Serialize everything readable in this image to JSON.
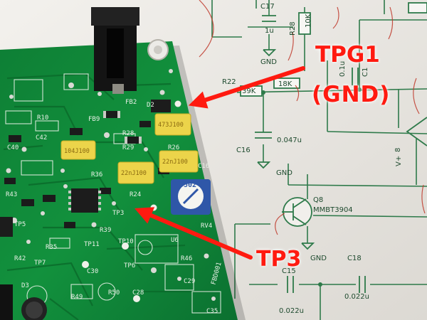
{
  "callouts": {
    "tpg1": "TPG1",
    "gnd": "(GND)",
    "tp3": "TP3"
  },
  "schematic_labels": {
    "c17": "C17",
    "c17_val": "1u",
    "gnd_top": "GND",
    "r28": "R28",
    "r28_val": "10K",
    "r22": "R22",
    "r22_val": "39K",
    "r_18k": "18K",
    "c16": "C16",
    "c16_val": "0.047u",
    "gnd_mid": "GND",
    "v_plus": "V+",
    "pin8": "8",
    "c1_frag": "C1",
    "v01_frag": "0.1u",
    "q8": "Q8",
    "q8_part": "MMBT3904",
    "gnd_q8": "GND",
    "c15": "C15",
    "c15_val": "0.022u",
    "c18": "C18",
    "c18_val": "0.022u"
  },
  "board_labels": {
    "fb2": "FB2",
    "d2": "D2",
    "fb9": "FB9",
    "r28": "R28",
    "r29": "R29",
    "r26": "R26",
    "r36": "R36",
    "r24": "R24",
    "tp3": "TP3",
    "tp10": "TP10",
    "tp6": "TP6",
    "tp11": "TP11",
    "tp5": "TP5",
    "tp7": "TP7",
    "r39": "R39",
    "r35": "R35",
    "r42": "R42",
    "r43": "R43",
    "r50": "R50",
    "r49": "R49",
    "r46": "R46",
    "rv4": "RV4",
    "c42": "C42",
    "c28": "C28",
    "c29": "C29",
    "c30": "C30",
    "c35": "C35",
    "u6": "U6",
    "d3": "D3",
    "c40": "C40",
    "c16": "C16",
    "r10": "R10",
    "cap_104": "104J100",
    "cap_473": "473J100",
    "cap_22a": "22nJ100",
    "cap_22b": "22nJ100",
    "pot": "502",
    "fbd": "FBD001"
  },
  "colors": {
    "pcb": "#0f8a3a",
    "pcb_dark": "#0a6e2c",
    "silkscreen": "#e8f0e6",
    "paper": "#eceae6",
    "schematic_line": "#2e7a4a",
    "annotation_red": "#ff1a10",
    "capacitor_yellow": "#ecd44a",
    "trimpot_blue": "#2f57a8"
  }
}
